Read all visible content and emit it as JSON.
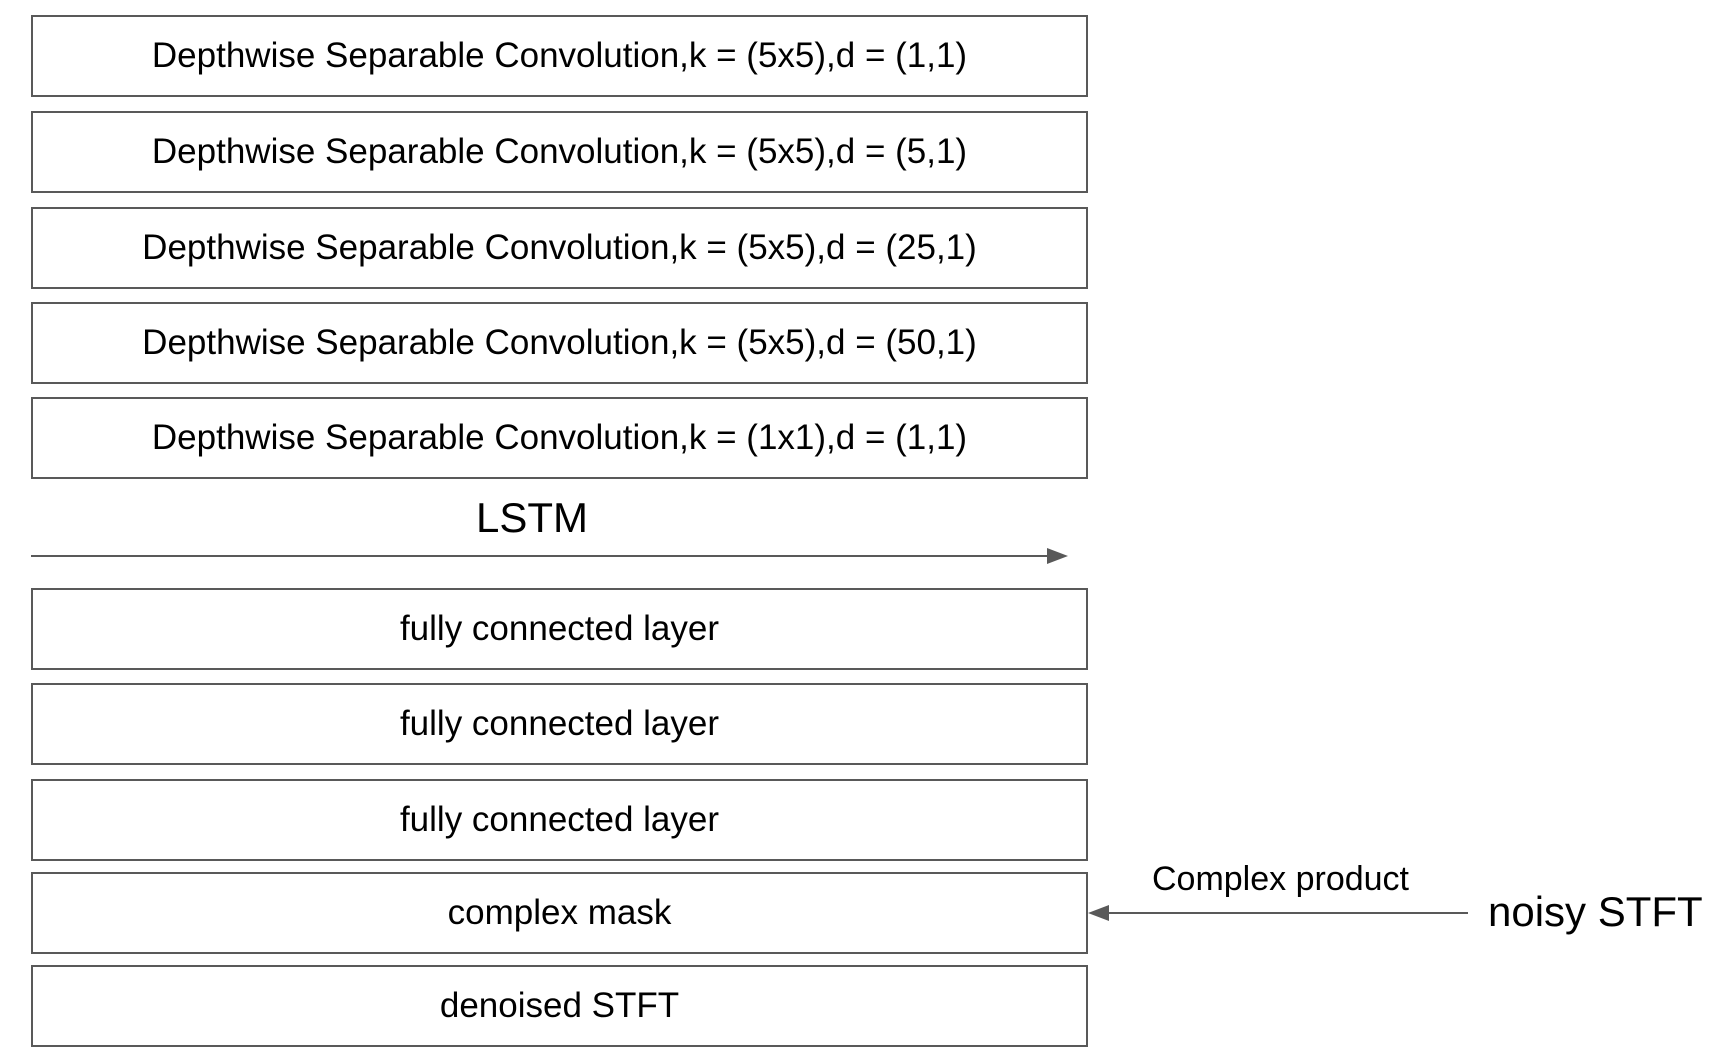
{
  "diagram": {
    "conv_layers": [
      "Depthwise Separable Convolution,k = (5x5),d = (1,1)",
      "Depthwise Separable Convolution,k = (5x5),d = (5,1)",
      "Depthwise Separable Convolution,k = (5x5),d = (25,1)",
      "Depthwise Separable Convolution,k = (5x5),d = (50,1)",
      "Depthwise Separable Convolution,k = (1x1),d = (1,1)"
    ],
    "lstm_label": "LSTM",
    "fc_layers": [
      "fully connected layer",
      "fully connected layer",
      "fully connected layer"
    ],
    "mask_label": "complex mask",
    "output_label": "denoised STFT",
    "product_label": "Complex product",
    "input_label": "noisy STFT"
  },
  "colors": {
    "border": "#595959",
    "arrow": "#595959",
    "text": "#000000",
    "background": "#ffffff"
  }
}
